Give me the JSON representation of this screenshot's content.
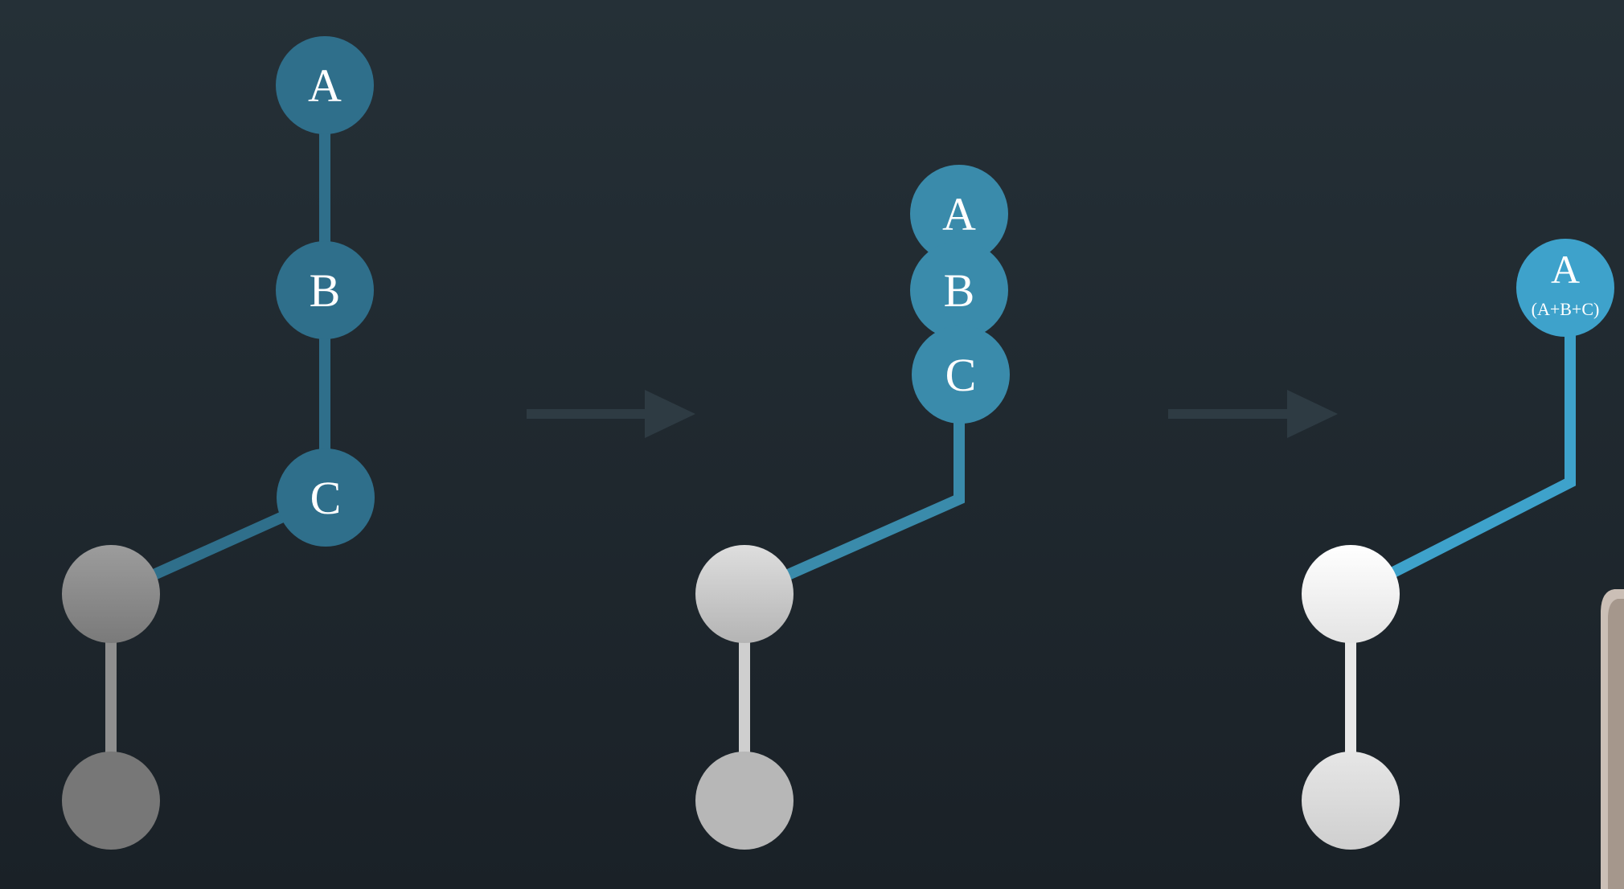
{
  "colors": {
    "background_top": "#253037",
    "background_bottom": "#1a2127",
    "arrow": "#2e3b43",
    "panel1_branch": "#2f6f8b",
    "panel2_branch": "#3a8bab",
    "panel3_branch": "#3ea2cb",
    "panel1_trunk": "#8f8f8f",
    "panel2_trunk": "#d6d6d6",
    "panel3_trunk": "#ffffff"
  },
  "panels": [
    {
      "commits": [
        {
          "label": "A"
        },
        {
          "label": "B"
        },
        {
          "label": "C"
        }
      ]
    },
    {
      "commits": [
        {
          "label": "A"
        },
        {
          "label": "B"
        },
        {
          "label": "C"
        }
      ]
    },
    {
      "commits": [
        {
          "label": "A",
          "sublabel": "(A+B+C)"
        }
      ]
    }
  ],
  "arrows": [
    {
      "from": "panel-1",
      "to": "panel-2"
    },
    {
      "from": "panel-2",
      "to": "panel-3"
    }
  ]
}
